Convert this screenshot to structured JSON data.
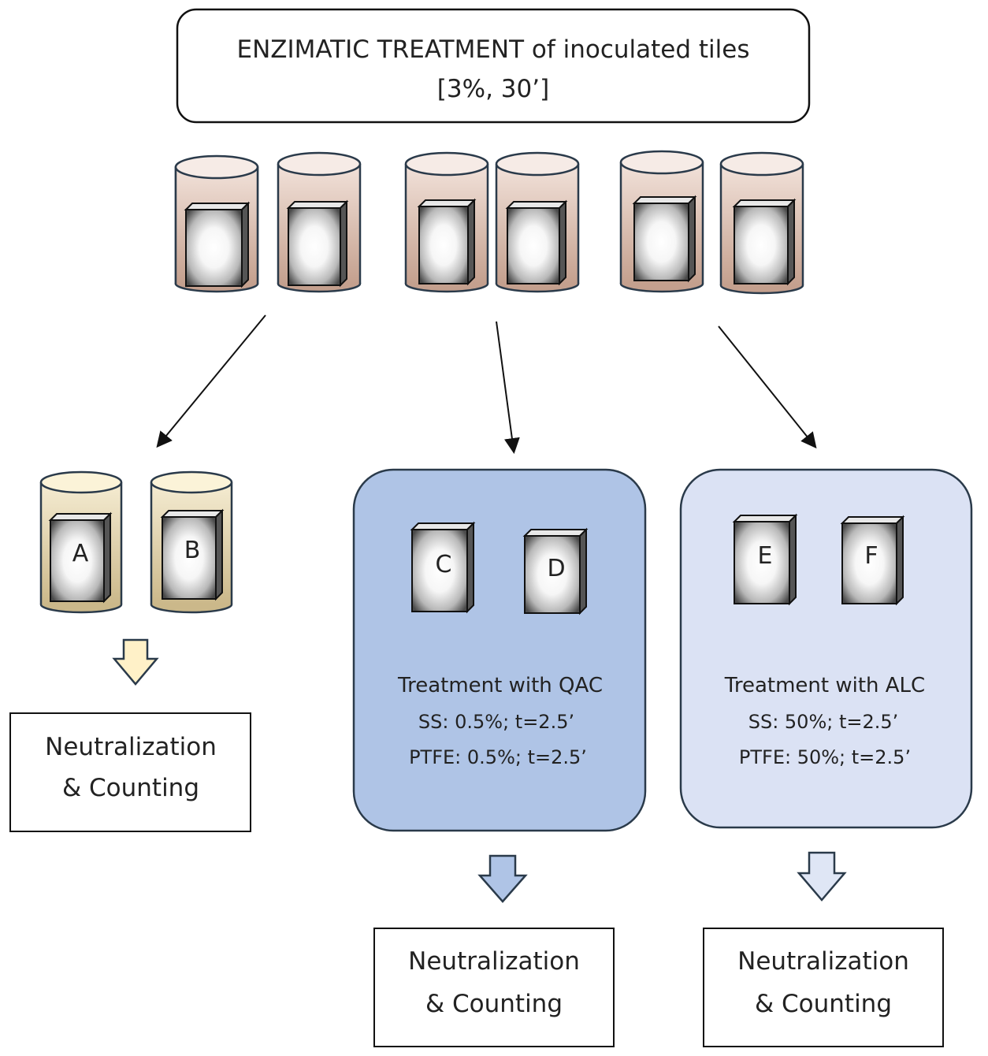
{
  "header": {
    "line1": "ENZIMATIC TREATMENT of inoculated tiles",
    "line2": "[3%, 30’]"
  },
  "groups": {
    "control": {
      "tiles": [
        "A",
        "B"
      ],
      "result": {
        "line1": "Neutralization",
        "line2": "& Counting"
      }
    },
    "qac": {
      "tiles": [
        "C",
        "D"
      ],
      "title": "Treatment with QAC",
      "ss": "SS: 0.5%; t=2.5’",
      "ptfe": "PTFE: 0.5%; t=2.5’",
      "result": {
        "line1": "Neutralization",
        "line2": "& Counting"
      }
    },
    "alc": {
      "tiles": [
        "E",
        "F"
      ],
      "title": "Treatment with ALC",
      "ss": "SS: 50%; t=2.5’",
      "ptfe": "PTFE: 50%; t=2.5’",
      "result": {
        "line1": "Neutralization",
        "line2": "& Counting"
      }
    }
  },
  "colors": {
    "enzyme_liquid": "#dcbfae",
    "control_liquid": "#e2d2a8",
    "qac_panel": "#afc4e6",
    "alc_panel": "#dbe2f4",
    "qac_arrow": "#afc4e6",
    "alc_arrow": "#dfe6f5",
    "control_arrow": "#fff1c8",
    "outline": "#2a3a4a"
  }
}
